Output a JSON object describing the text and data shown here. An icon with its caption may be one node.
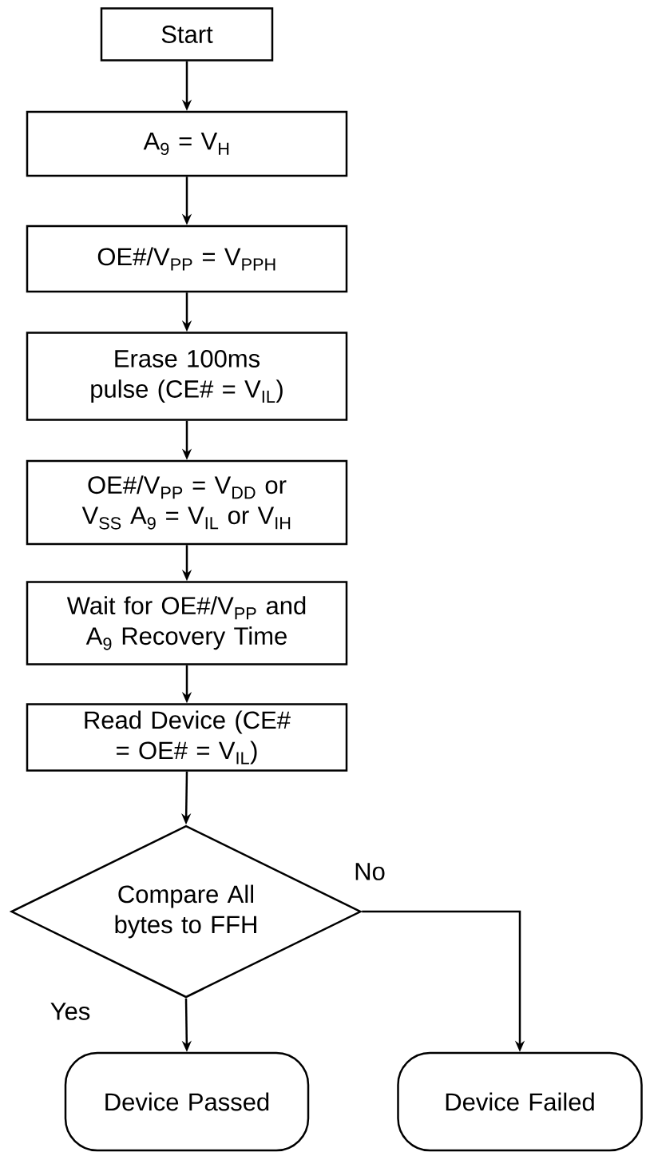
{
  "diagram": {
    "nodes": [
      {
        "text": [
          "Start"
        ]
      },
      {
        "text": [
          "A$_{9}$ = V$_{H}$"
        ]
      },
      {
        "text": [
          "OE#/V$_{PP}$ = V$_{PPH}$"
        ]
      },
      {
        "text": [
          "Erase 100ms pulse (CE# = V$_{IL}$)"
        ]
      },
      {
        "text": [
          "OE#/V$_{PP}$ = V$_{DD}$ or V$_{SS}$ A$_{9}$ = V$_{IL}$ or V$_{IH}$"
        ]
      },
      {
        "text": [
          "Wait for OE#/V$_{PP}$ and A$_{9}$ Recovery Time"
        ]
      },
      {
        "text": [
          "Read Device (CE# = OE# = V$_{IL}$)"
        ]
      },
      {
        "text": [
          "Compare All bytes to FFH"
        ]
      },
      {
        "text": [
          "Device Passed"
        ]
      },
      {
        "text": [
          "Device Failed"
        ]
      }
    ],
    "edges": [
      {
        "from": 0,
        "to": 1,
        "arrow": "to"
      },
      {
        "from": 1,
        "to": 2,
        "arrow": "to"
      },
      {
        "from": 2,
        "to": 3,
        "arrow": "to"
      },
      {
        "from": 3,
        "to": 4,
        "arrow": "to"
      },
      {
        "from": 4,
        "to": 5,
        "arrow": "to"
      },
      {
        "from": 5,
        "to": 6,
        "arrow": "to"
      },
      {
        "from": 6,
        "to": 7,
        "arrow": "to"
      },
      {
        "from": 7,
        "to": 8,
        "arrow": "to",
        "label": "Yes"
      },
      {
        "from": 7,
        "to": 9,
        "arrow": "to",
        "label": "No"
      }
    ]
  }
}
